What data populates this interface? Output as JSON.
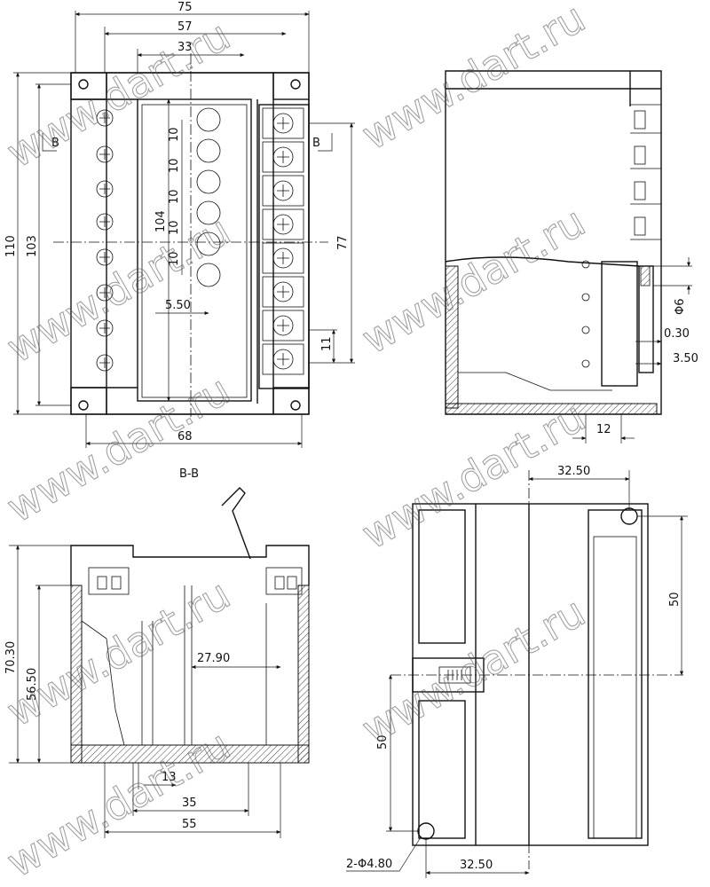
{
  "watermark_text": "www.dart.ru",
  "views": {
    "front": {
      "dims": {
        "w75": "75",
        "w57": "57",
        "w33": "33",
        "h110": "110",
        "h103": "103",
        "h104": "104",
        "h77": "77",
        "p10a": "10",
        "p10b": "10",
        "p10c": "10",
        "p10d": "10",
        "p10e": "10",
        "w5_50": "5.50",
        "p11": "11",
        "w68": "68"
      },
      "section_marks": {
        "left": "B",
        "right": "B"
      }
    },
    "side": {
      "dims": {
        "d6": "Φ6",
        "t0_30": "0.30",
        "t3_50": "3.50",
        "w12": "12"
      }
    },
    "section": {
      "title": "B-B",
      "dims": {
        "h70_30": "70.30",
        "h56_50": "56.50",
        "w27_90": "27.90",
        "w13": "13",
        "w35": "35",
        "w55": "55"
      }
    },
    "mount": {
      "dims": {
        "w32_50_top": "32.50",
        "h50_right": "50",
        "h50_left": "50",
        "hole": "2-Φ4.80",
        "w32_50_bottom": "32.50"
      }
    }
  }
}
